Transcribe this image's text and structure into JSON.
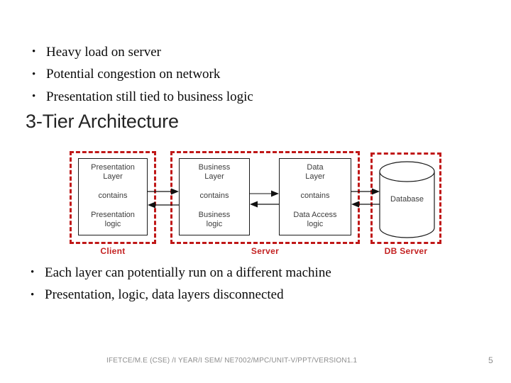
{
  "glyphs": {
    "bullet": "•"
  },
  "slide": {
    "top_bullets": [
      "Heavy load on server",
      "Potential congestion on network",
      "Presentation still tied to business logic"
    ],
    "title": "3-Tier Architecture",
    "bottom_bullets": [
      "Each layer can potentially run on a different machine",
      "Presentation, logic, data layers disconnected"
    ],
    "footer": "IFETCE/M.E (CSE) /I YEAR/I SEM/ NE7002/MPC/UNIT-V/PPT/VERSION1.1",
    "page_number": "5"
  },
  "diagram": {
    "client": {
      "label": "Client",
      "box": {
        "top": "Presentation\nLayer",
        "mid": "contains",
        "bottom": "Presentation\nlogic"
      }
    },
    "server": {
      "label": "Server",
      "business_box": {
        "top": "Business\nLayer",
        "mid": "contains",
        "bottom": "Business\nlogic"
      },
      "data_box": {
        "top": "Data\nLayer",
        "mid": "contains",
        "bottom": "Data Access\nlogic"
      }
    },
    "db_server": {
      "label": "DB Server",
      "database_label": "Database"
    },
    "colors": {
      "dashed_border": "#c01818",
      "group_label": "#c42222",
      "box_border": "#1a1a1a",
      "box_text": "#3c3c3c"
    }
  }
}
